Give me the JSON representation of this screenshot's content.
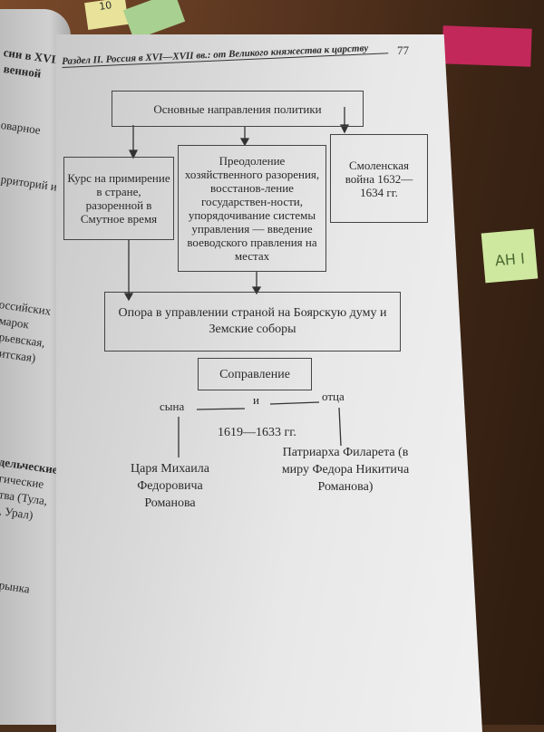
{
  "header": {
    "section_title": "Раздел II. Россия в XVI—XVII вв.: от Великого княжества к царству",
    "page_number": "77"
  },
  "diagram": {
    "root": "Основные направления политики",
    "branch1": "Курс на примирение в стране, разоренной в Смутное время",
    "branch2": "Преодоление хозяйственного разорения, восстанов-ление государствен-ности, упорядочивание системы управления — введение воеводского правления на местах",
    "branch3": "Смоленская война 1632—1634 гг.",
    "support": "Опора в управлении страной на Боярскую думу и Земские соборы",
    "coreign": "Соправление",
    "son_label": "сына",
    "and_label": "и",
    "father_label": "отца",
    "years": "1619—1633 гг.",
    "tsar": "Царя Михаила Федоровича Романова",
    "patriarch": "Патриарха Филарета (в миру Федора Никитича Романова)"
  },
  "left_page": [
    "сии в XVII",
    "венной",
    "оварное",
    "рриторий и",
    "оссийских",
    "марок",
    "рьевская,",
    "итская)",
    "дельческие",
    "гические",
    "тва (Тула,",
    ", Урал)",
    "рынка"
  ],
  "sticky_notes": {
    "green": "АН I",
    "yellow": "10"
  }
}
